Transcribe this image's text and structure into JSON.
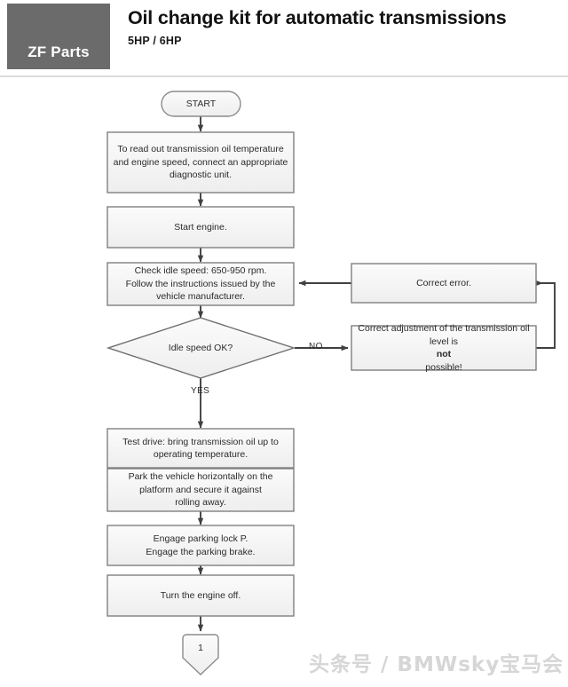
{
  "header": {
    "brand": "ZF Parts",
    "title": "Oil change kit for automatic transmissions",
    "subtitle": "5HP / 6HP",
    "brand_bg_color": "#6b6b6b",
    "title_color": "#121212"
  },
  "diagram": {
    "type": "flowchart",
    "node_fill_color": "#f2f2f2",
    "node_border_color": "#808080",
    "connector_color": "#404040",
    "nodes": [
      {
        "id": "start",
        "shape": "terminator",
        "label": "START"
      },
      {
        "id": "connect-unit",
        "shape": "process",
        "label": "To read out transmission oil temperature and engine speed, connect an appropriate diagnostic unit."
      },
      {
        "id": "start-engine",
        "shape": "process",
        "label": "Start engine."
      },
      {
        "id": "check-idle",
        "shape": "process",
        "label": "Check idle speed: 650-950 rpm. Follow the instructions issued by the vehicle manufacturer."
      },
      {
        "id": "idle-ok",
        "shape": "decision",
        "label": "Idle speed OK?"
      },
      {
        "id": "correct-error",
        "shape": "process",
        "label": "Correct error."
      },
      {
        "id": "not-possible",
        "shape": "process",
        "label": "Correct adjustment of the transmission oil level is not possible!",
        "emphasis": "not"
      },
      {
        "id": "test-drive",
        "shape": "process",
        "label": "Test drive: bring transmission oil up to operating temperature."
      },
      {
        "id": "park-vehicle",
        "shape": "process",
        "label": "Park the vehicle horizontally on the platform and secure it against rolling away."
      },
      {
        "id": "parking-lock",
        "shape": "process",
        "label": "Engage parking lock P. Engage the parking brake."
      },
      {
        "id": "engine-off",
        "shape": "process",
        "label": "Turn the engine off."
      },
      {
        "id": "connector-1",
        "shape": "off-page-connector",
        "label": "1"
      }
    ],
    "node_lines": {
      "connect_unit": [
        "To read out transmission oil temperature",
        "and engine speed, connect an appropriate",
        "diagnostic unit."
      ],
      "start_engine": [
        "Start engine."
      ],
      "check_idle": [
        "Check idle speed: 650-950 rpm.",
        "Follow the instructions issued by the",
        "vehicle manufacturer."
      ],
      "idle_ok": [
        "Idle speed OK?"
      ],
      "correct_error": [
        "Correct error."
      ],
      "not_possible_pre": "Correct adjustment of the transmission oil level is ",
      "not_possible_bold": "not",
      "not_possible_post": " possible!",
      "not_possible_l1": "Correct adjustment of the transmission oil",
      "test_drive": [
        "Test drive: bring transmission oil up to",
        "operating temperature."
      ],
      "park_vehicle": [
        "Park the vehicle horizontally on the",
        "platform and secure it against",
        "rolling away."
      ],
      "parking_lock": [
        "Engage parking lock P.",
        "Engage the parking brake."
      ],
      "engine_off": [
        "Turn the engine off."
      ],
      "start": [
        "START"
      ],
      "connector_1": [
        "1"
      ]
    },
    "edge_labels": {
      "no": "NO",
      "yes": "YES"
    }
  },
  "watermark": {
    "text": "头条号 / BMWsky宝马会"
  }
}
